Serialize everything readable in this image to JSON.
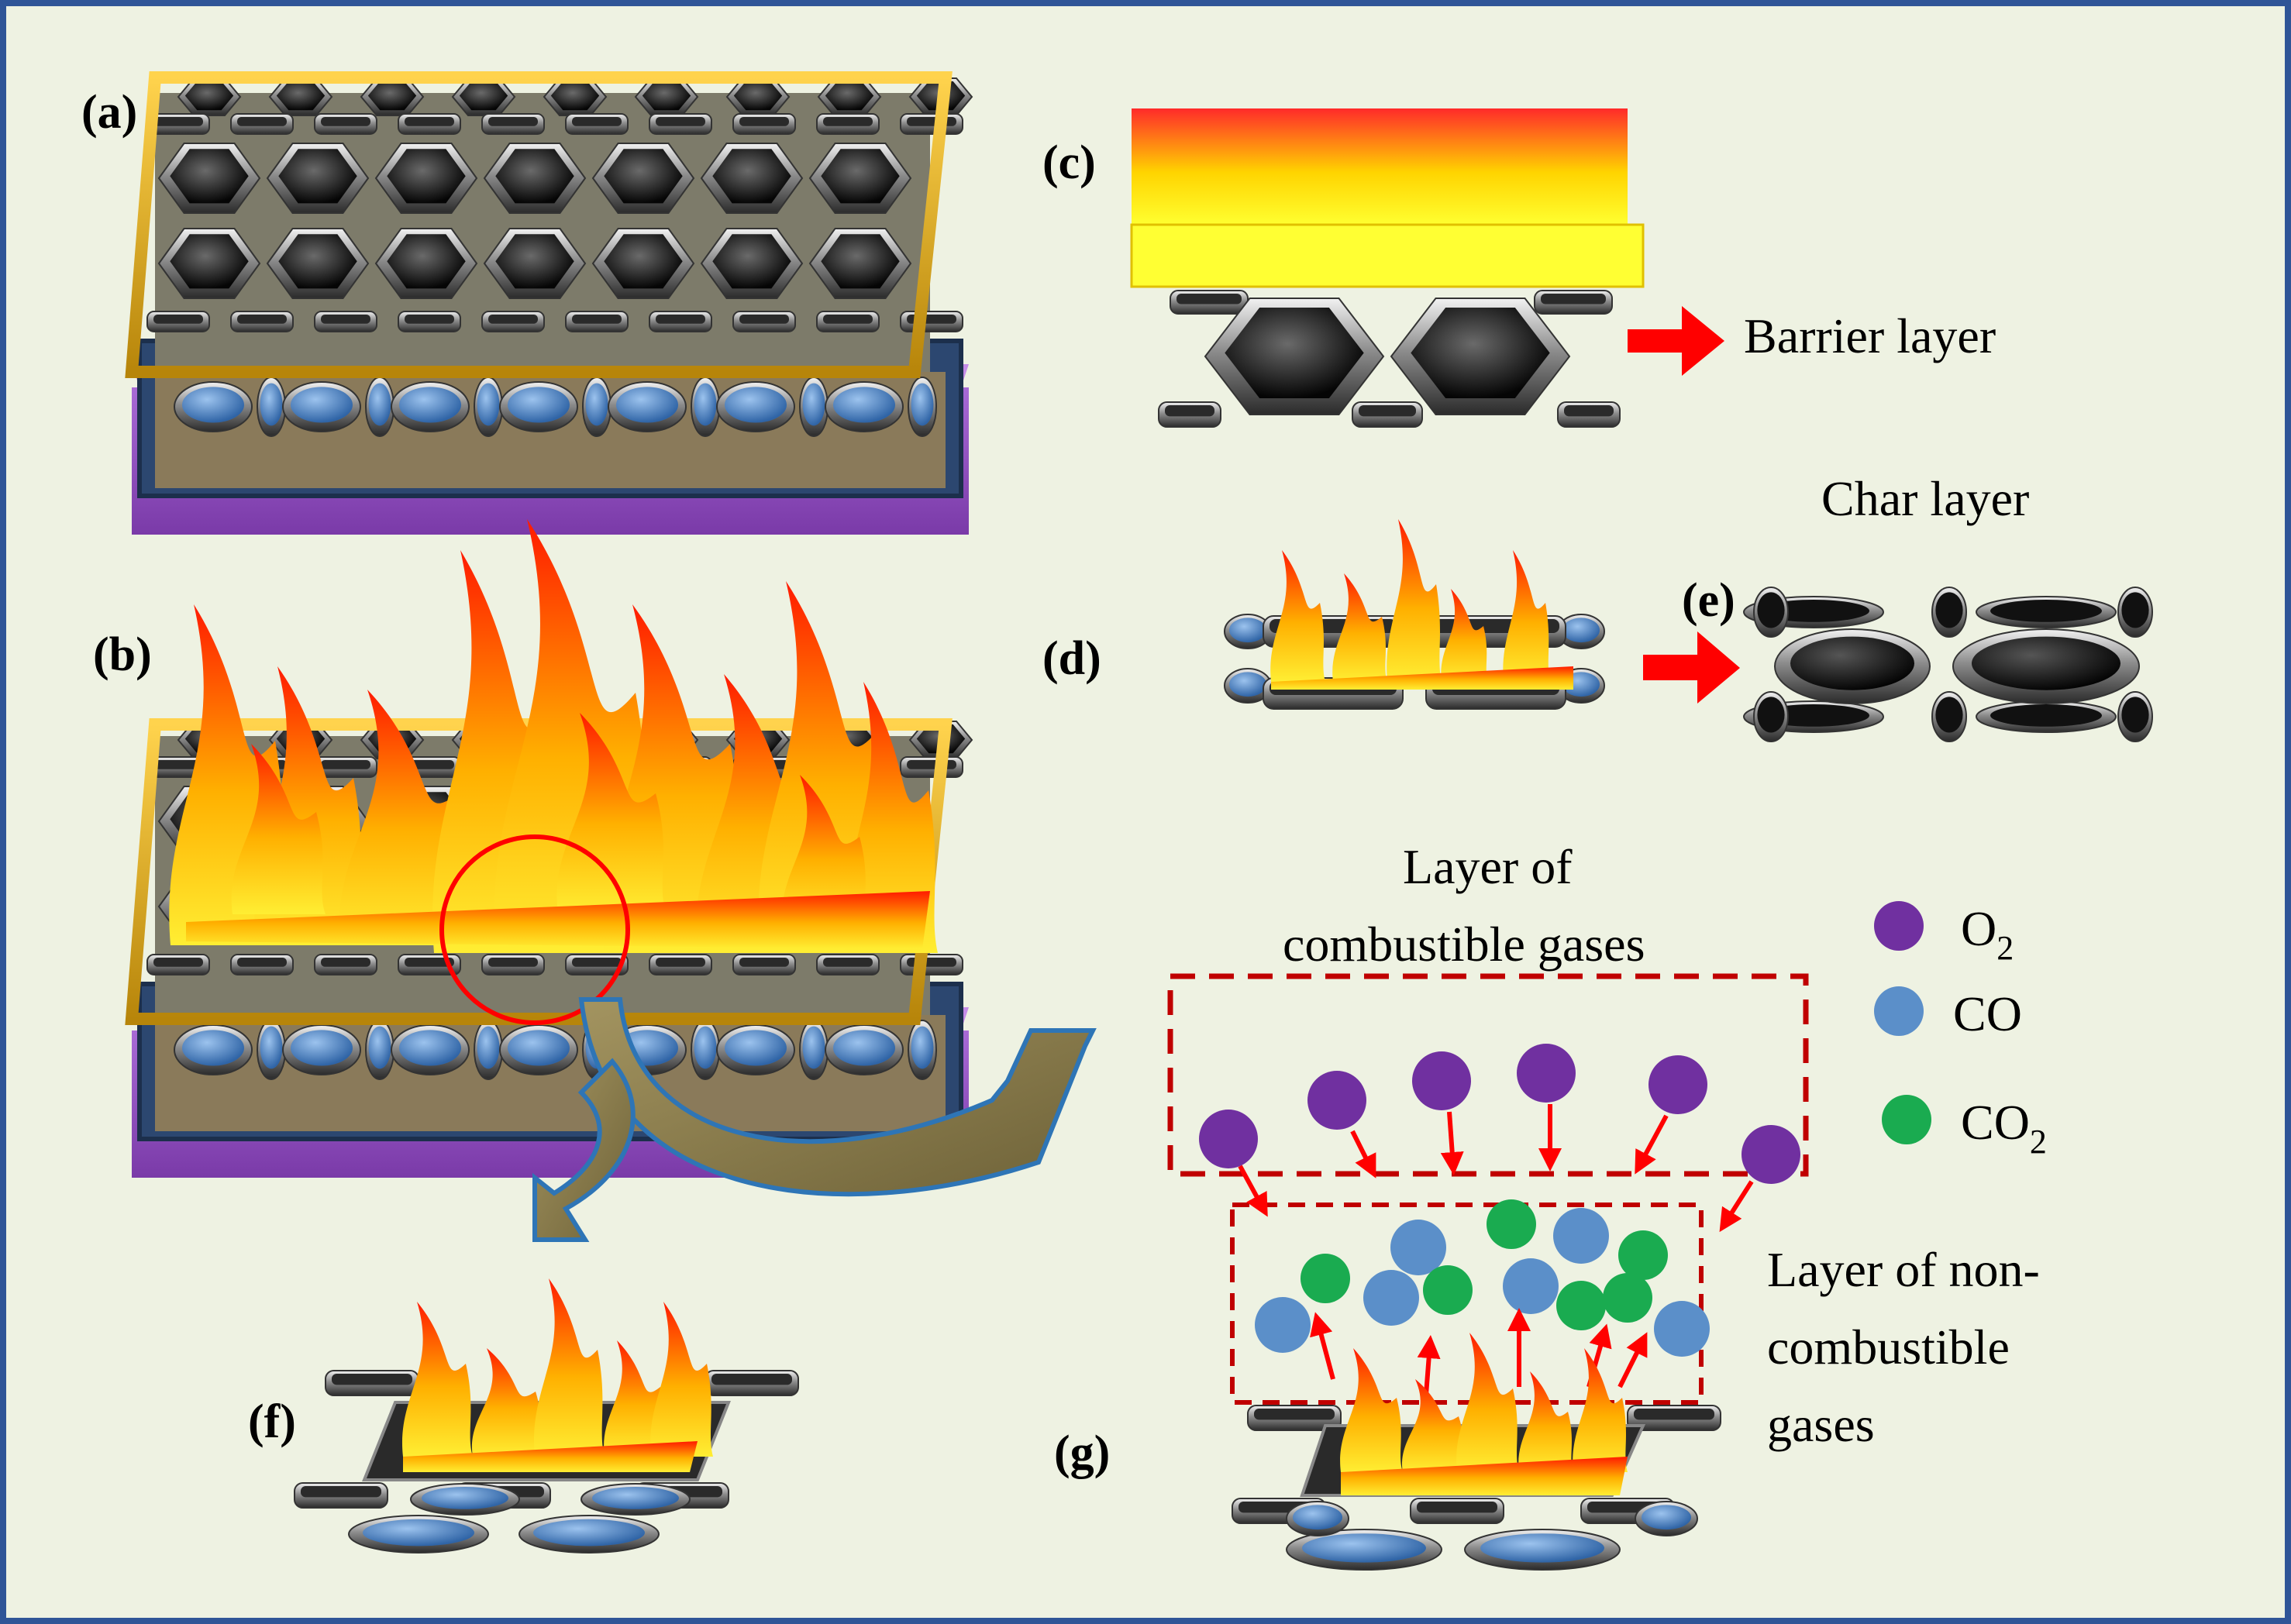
{
  "panels": {
    "a": "(a)",
    "b": "(b)",
    "c": "(c)",
    "d": "(d)",
    "e": "(e)",
    "f": "(f)",
    "g": "(g)"
  },
  "labels": {
    "barrier": "Barrier layer",
    "char": "Char layer",
    "combustible_line1": "Layer of",
    "combustible_line2": "combustible  gases",
    "noncomb_line1": "Layer of non-",
    "noncomb_line2": "combustible",
    "noncomb_line3": "gases"
  },
  "legend": {
    "o2": {
      "text": "O",
      "sub": "2",
      "color": "#7030a0"
    },
    "co": {
      "text": "CO",
      "sub": "",
      "color": "#5b8fc9"
    },
    "co2": {
      "text": "CO",
      "sub": "2",
      "color": "#1aab50"
    }
  },
  "colors": {
    "frame": "#2f5597",
    "background": "#eef2e2",
    "arrow_red": "#ff0000",
    "gold_frame": "#d4a017",
    "purple_base": "#9a55c8",
    "curved_arrow_fill": "#8a7a4a",
    "curved_arrow_stroke": "#2e75b6"
  }
}
